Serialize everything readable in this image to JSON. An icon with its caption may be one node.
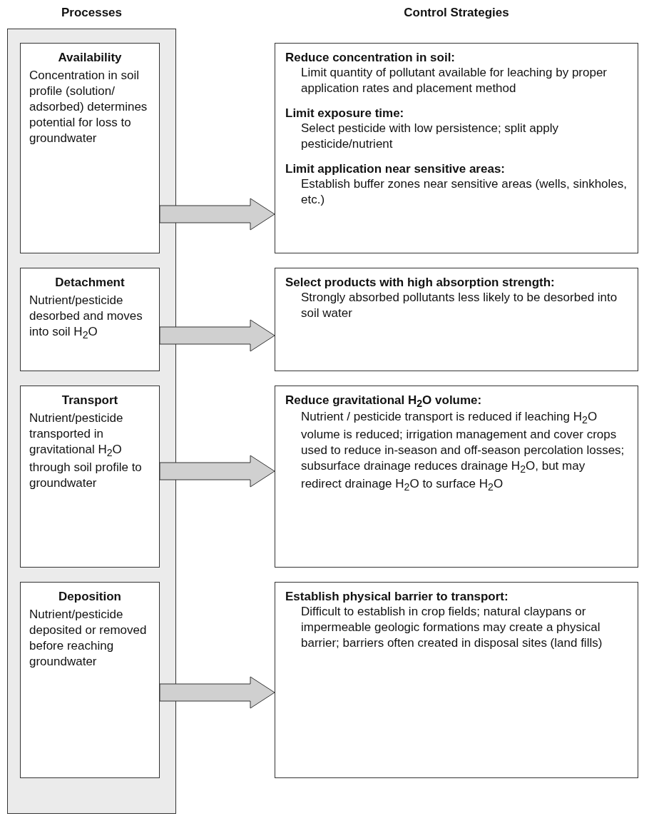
{
  "diagram": {
    "nodes": [
      {
        "text": [
          "Processes"
        ]
      },
      {
        "text": [
          "Availability",
          "Concentration in soil profile (solution/ adsorbed) determines potential for loss to groundwater"
        ],
        "in": 0
      },
      {
        "text": [
          "Reduce concentration in soil:",
          "Limit quantity of pollutant available for leaching by proper application rates and placement method",
          "Limit exposure time:",
          "Select pesticide with low persistence; split apply pesticide/nutrient",
          "Limit application near sensitive areas:",
          "Establish buffer zones near sensitive areas (wells, sinkholes, etc.)"
        ]
      },
      {
        "text": [
          "Detachment",
          "Nutrient/pesticide desorbed and moves into soil H$_{2}$O"
        ],
        "in": 0
      },
      {
        "text": [
          "Select products with high absorption strength:",
          "Strongly absorbed pollutants less likely to be desorbed into soil water"
        ]
      },
      {
        "text": [
          "Transport",
          "Nutrient/pesticide transported in gravitational H$_{2}$O through soil profile to groundwater"
        ],
        "in": 0
      },
      {
        "text": [
          "Reduce gravitational H$_{2}$O volume:",
          "Nutrient / pesticide transport is reduced if leaching H$_{2}$O volume is reduced; irrigation management and cover crops used to reduce in-season and off-season percolation losses; subsurface drainage reduces drainage H$_{2}$O, but may redirect drainage H$_{2}$O to surface H$_{2}$O"
        ]
      },
      {
        "text": [
          "Deposition",
          "Nutrient/pesticide deposited or removed before reaching groundwater"
        ],
        "in": 0
      },
      {
        "text": [
          "Establish physical barrier to transport:",
          "Difficult to establish in crop fields; natural claypans or impermeable geologic formations may create a physical barrier; barriers often created in disposal sites (land fills)"
        ]
      }
    ],
    "edges": [
      {
        "from": 1,
        "to": 2,
        "arrow": "to",
        "style": "thick"
      },
      {
        "from": 3,
        "to": 4,
        "arrow": "to",
        "style": "thick"
      },
      {
        "from": 5,
        "to": 6,
        "arrow": "to",
        "style": "thick"
      },
      {
        "from": 7,
        "to": 8,
        "arrow": "to",
        "style": "thick"
      }
    ],
    "labels": [
      "Control Strategies"
    ]
  }
}
